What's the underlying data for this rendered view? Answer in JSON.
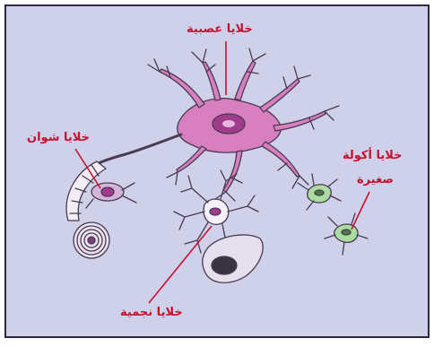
{
  "labels": {
    "neurons": "خلايا عصبية",
    "schwann": "خلايا شوان",
    "microglia_line1": "خلايا أكولة",
    "microglia_line2": "صغيرة",
    "astrocytes": "خلايا نجمية"
  },
  "colors": {
    "background": "#cfd0ea",
    "frame": "#2a2a3a",
    "label_text": "#c8102e",
    "leader_line": "#c8102e",
    "neuron": "#d87fc0",
    "neuron_nucleus": "#a13c8c",
    "microglia": "#a9dca0",
    "glia_outline": "#4a3a52",
    "myelin_roll": "#7a3f7e"
  },
  "icons": {
    "neuron": "neuron-cell-illustration",
    "schwann": "schwann-cell-myelin-wrap-illustration",
    "astrocyte": "astrocyte-illustration",
    "microglia": "microglia-illustration"
  }
}
